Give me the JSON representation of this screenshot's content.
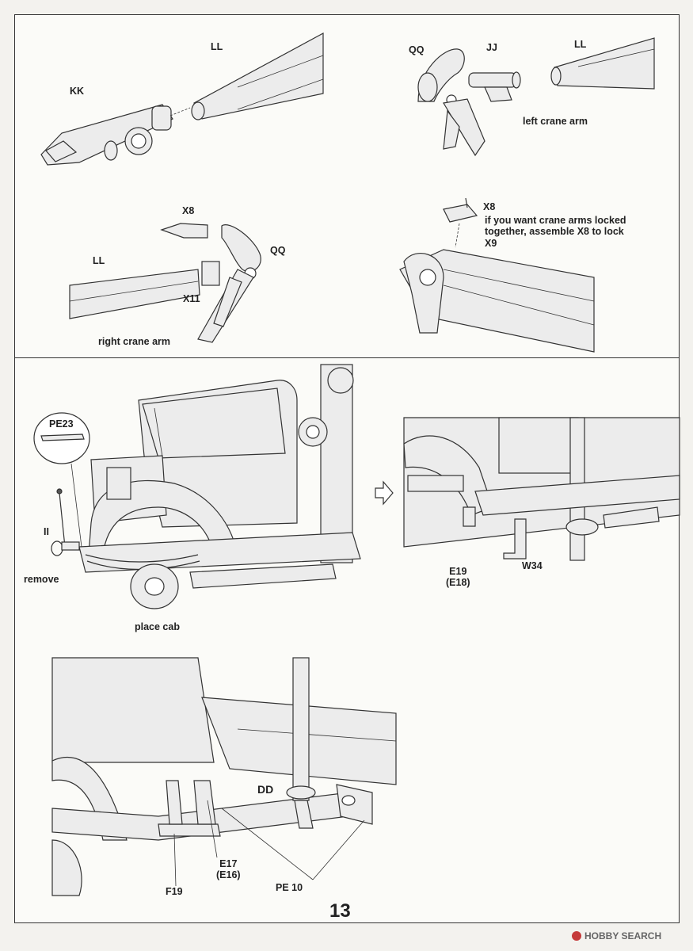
{
  "labels": {
    "kk": "KK",
    "ll_top": "LL",
    "qq_top": "QQ",
    "jj": "JJ",
    "ll_right": "LL",
    "left_crane_arm": "left crane arm",
    "x8_left": "X8",
    "ll_left": "LL",
    "qq_mid": "QQ",
    "x11": "X11",
    "right_crane_arm": "right crane arm",
    "x8_right": "X8",
    "lock_note": "if you want crane arms locked\ntogether, assemble X8 to lock\nX9",
    "pe23": "PE23",
    "ii": "II",
    "remove": "remove",
    "place_cab": "place cab",
    "e19": "E19\n(E18)",
    "w34": "W34",
    "dd": "DD",
    "e17": "E17\n(E16)",
    "f19": "F19",
    "pe10": "PE 10"
  },
  "page_number": "13",
  "watermark": "HOBBY SEARCH",
  "icons": [
    "arrow-right-icon"
  ]
}
